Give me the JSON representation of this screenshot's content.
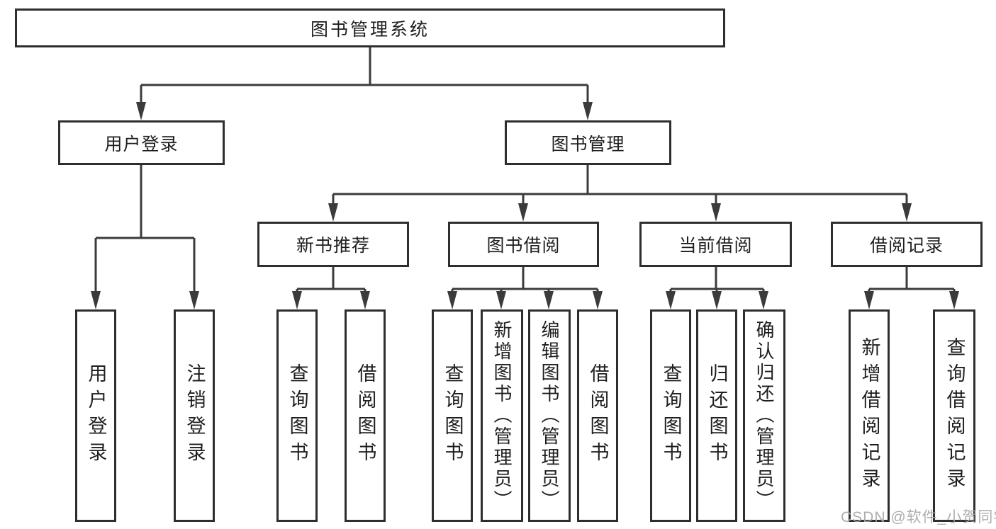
{
  "diagram": {
    "root": {
      "label": "图书管理系统"
    },
    "level1": [
      {
        "label": "用户登录"
      },
      {
        "label": "图书管理"
      }
    ],
    "level2": [
      {
        "label": "新书推荐",
        "parent": "图书管理"
      },
      {
        "label": "图书借阅",
        "parent": "图书管理"
      },
      {
        "label": "当前借阅",
        "parent": "图书管理"
      },
      {
        "label": "借阅记录",
        "parent": "图书管理"
      }
    ],
    "leaves": [
      {
        "label": "用户登录",
        "parent": "用户登录"
      },
      {
        "label": "注销登录",
        "parent": "用户登录"
      },
      {
        "label": "查询图书",
        "parent": "新书推荐"
      },
      {
        "label": "借阅图书",
        "parent": "新书推荐"
      },
      {
        "label": "查询图书",
        "parent": "图书借阅"
      },
      {
        "label": "新增图书（管理员）",
        "parent": "图书借阅"
      },
      {
        "label": "编辑图书（管理员）",
        "parent": "图书借阅"
      },
      {
        "label": "借阅图书",
        "parent": "图书借阅"
      },
      {
        "label": "查询图书",
        "parent": "当前借阅"
      },
      {
        "label": "归还图书",
        "parent": "当前借阅"
      },
      {
        "label": "确认归还（管理员）",
        "parent": "当前借阅"
      },
      {
        "label": "新增借阅记录",
        "parent": "借阅记录"
      },
      {
        "label": "查询借阅记录",
        "parent": "借阅记录"
      }
    ]
  },
  "watermark": {
    "text": "CSDN @软件_小贺同学"
  },
  "colors": {
    "line": "#3b3b3b",
    "border": "#2e2e2e",
    "text": "#1f1f1f",
    "watermark_text": "#a6a6a6",
    "background": "#ffffff"
  }
}
